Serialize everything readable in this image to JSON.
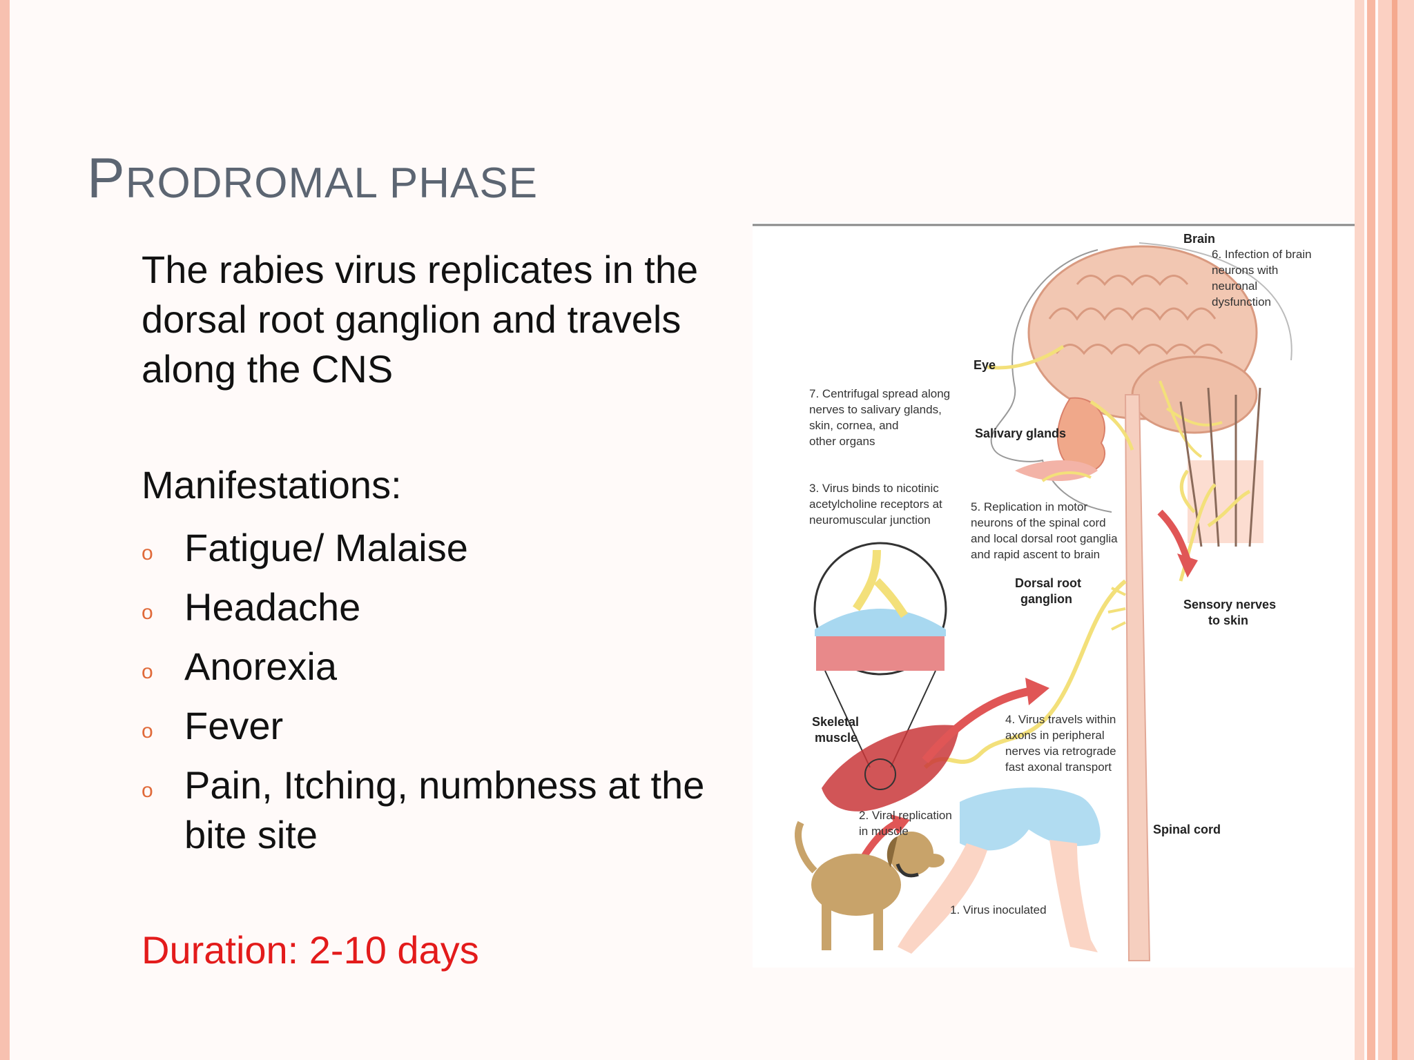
{
  "slide": {
    "title_cap": "P",
    "title_rest": "RODROMAL PHASE",
    "intro": "The rabies virus replicates in the dorsal root ganglion and travels along the CNS",
    "manifestations_heading": "Manifestations:",
    "bullet_glyph": "o",
    "manifestations": [
      "Fatigue/ Malaise",
      "Headache",
      "Anorexia",
      "Fever",
      "Pain, Itching, numbness at the bite site"
    ],
    "duration": "Duration: 2-10 days"
  },
  "diagram": {
    "labels": {
      "brain": "Brain",
      "step6_l1": "6. Infection of brain",
      "step6_l2": "neurons with",
      "step6_l3": "neuronal",
      "step6_l4": "dysfunction",
      "eye": "Eye",
      "step7_l1": "7. Centrifugal spread along",
      "step7_l2": "nerves to salivary glands,",
      "step7_l3": "skin, cornea, and",
      "step7_l4": "other organs",
      "salivary": "Salivary glands",
      "step3_l1": "3. Virus binds to nicotinic",
      "step3_l2": "acetylcholine receptors at",
      "step3_l3": "neuromuscular junction",
      "step5_l1": "5. Replication in motor",
      "step5_l2": "neurons of the spinal cord",
      "step5_l3": "and local dorsal root ganglia",
      "step5_l4": "and rapid ascent to brain",
      "drg_l1": "Dorsal root",
      "drg_l2": "ganglion",
      "sensory_l1": "Sensory nerves",
      "sensory_l2": "to skin",
      "skeletal_l1": "Skeletal",
      "skeletal_l2": "muscle",
      "step4_l1": "4. Virus travels within",
      "step4_l2": "axons in peripheral",
      "step4_l3": "nerves via retrograde",
      "step4_l4": "fast axonal transport",
      "step2_l1": "2. Viral replication",
      "step2_l2": "in muscle",
      "spinal": "Spinal cord",
      "step1": "1. Virus inoculated"
    },
    "colors": {
      "brain": "#f2c7b2",
      "nerve": "#f3e07a",
      "muscle": "#c9373a",
      "arrow": "#e05656",
      "shorts": "#a8d8f0",
      "skin": "#fbd5c5",
      "dog": "#c8a36a"
    }
  }
}
